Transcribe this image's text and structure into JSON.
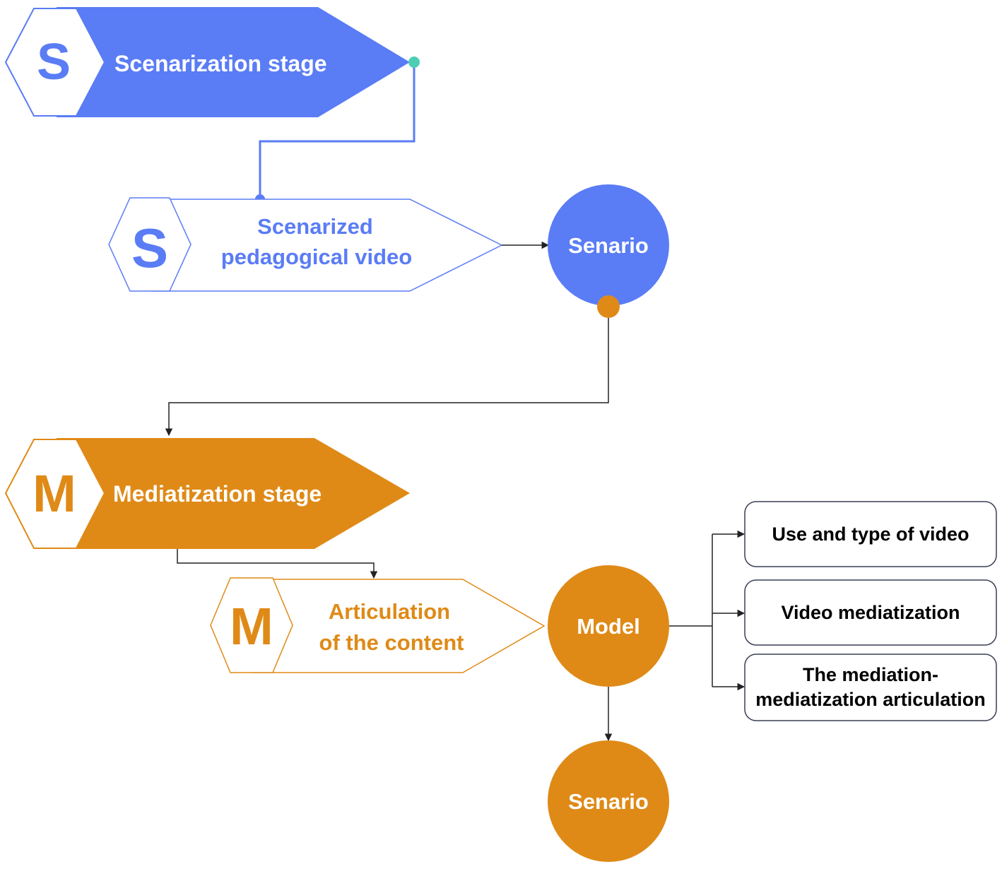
{
  "colors": {
    "blue": "#5a7cf5",
    "orange": "#df8a17",
    "teal": "#4ecdb5",
    "line": "#222222",
    "white": "#ffffff"
  },
  "stage_s": {
    "letter": "S",
    "title": "Scenarization stage"
  },
  "step_s": {
    "letter": "S",
    "line1": "Scenarized",
    "line2": "pedagogical video"
  },
  "circle_senario_top": {
    "label": "Senario"
  },
  "stage_m": {
    "letter": "M",
    "title": "Mediatization stage"
  },
  "step_m": {
    "letter": "M",
    "line1": "Articulation",
    "line2": "of the content"
  },
  "circle_model": {
    "label": "Model"
  },
  "circle_senario_bottom": {
    "label": "Senario"
  },
  "outputs": [
    {
      "label": "Use and type of video"
    },
    {
      "label": "Video mediatization"
    },
    {
      "label": "The mediation-mediatization articulation"
    }
  ]
}
